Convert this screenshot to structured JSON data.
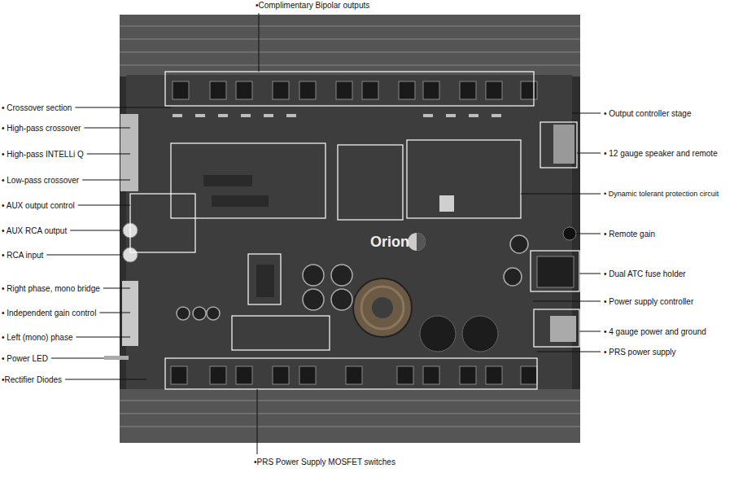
{
  "diagram": {
    "labels": [
      "•Complimentary Bipolar outputs",
      "• Crossover section",
      "• High-pass crossover",
      "• High-pass INTELLi Q",
      "• Low-pass crossover",
      "• AUX output control",
      "• AUX RCA output",
      "• RCA input",
      "• Right phase, mono bridge",
      "• Independent gain control",
      "• Left (mono) phase",
      "• Power LED",
      "•Rectifier Diodes",
      "• Output controller stage",
      "• 12 gauge speaker and remote",
      "• Dynamic tolerant protection circuit",
      "• Remote gain",
      "• Dual ATC fuse holder",
      "• Power supply controller",
      "• 4 gauge power and ground",
      "• PRS power supply",
      "•PRS Power Supply MOSFET switches",
      "Orion"
    ]
  }
}
